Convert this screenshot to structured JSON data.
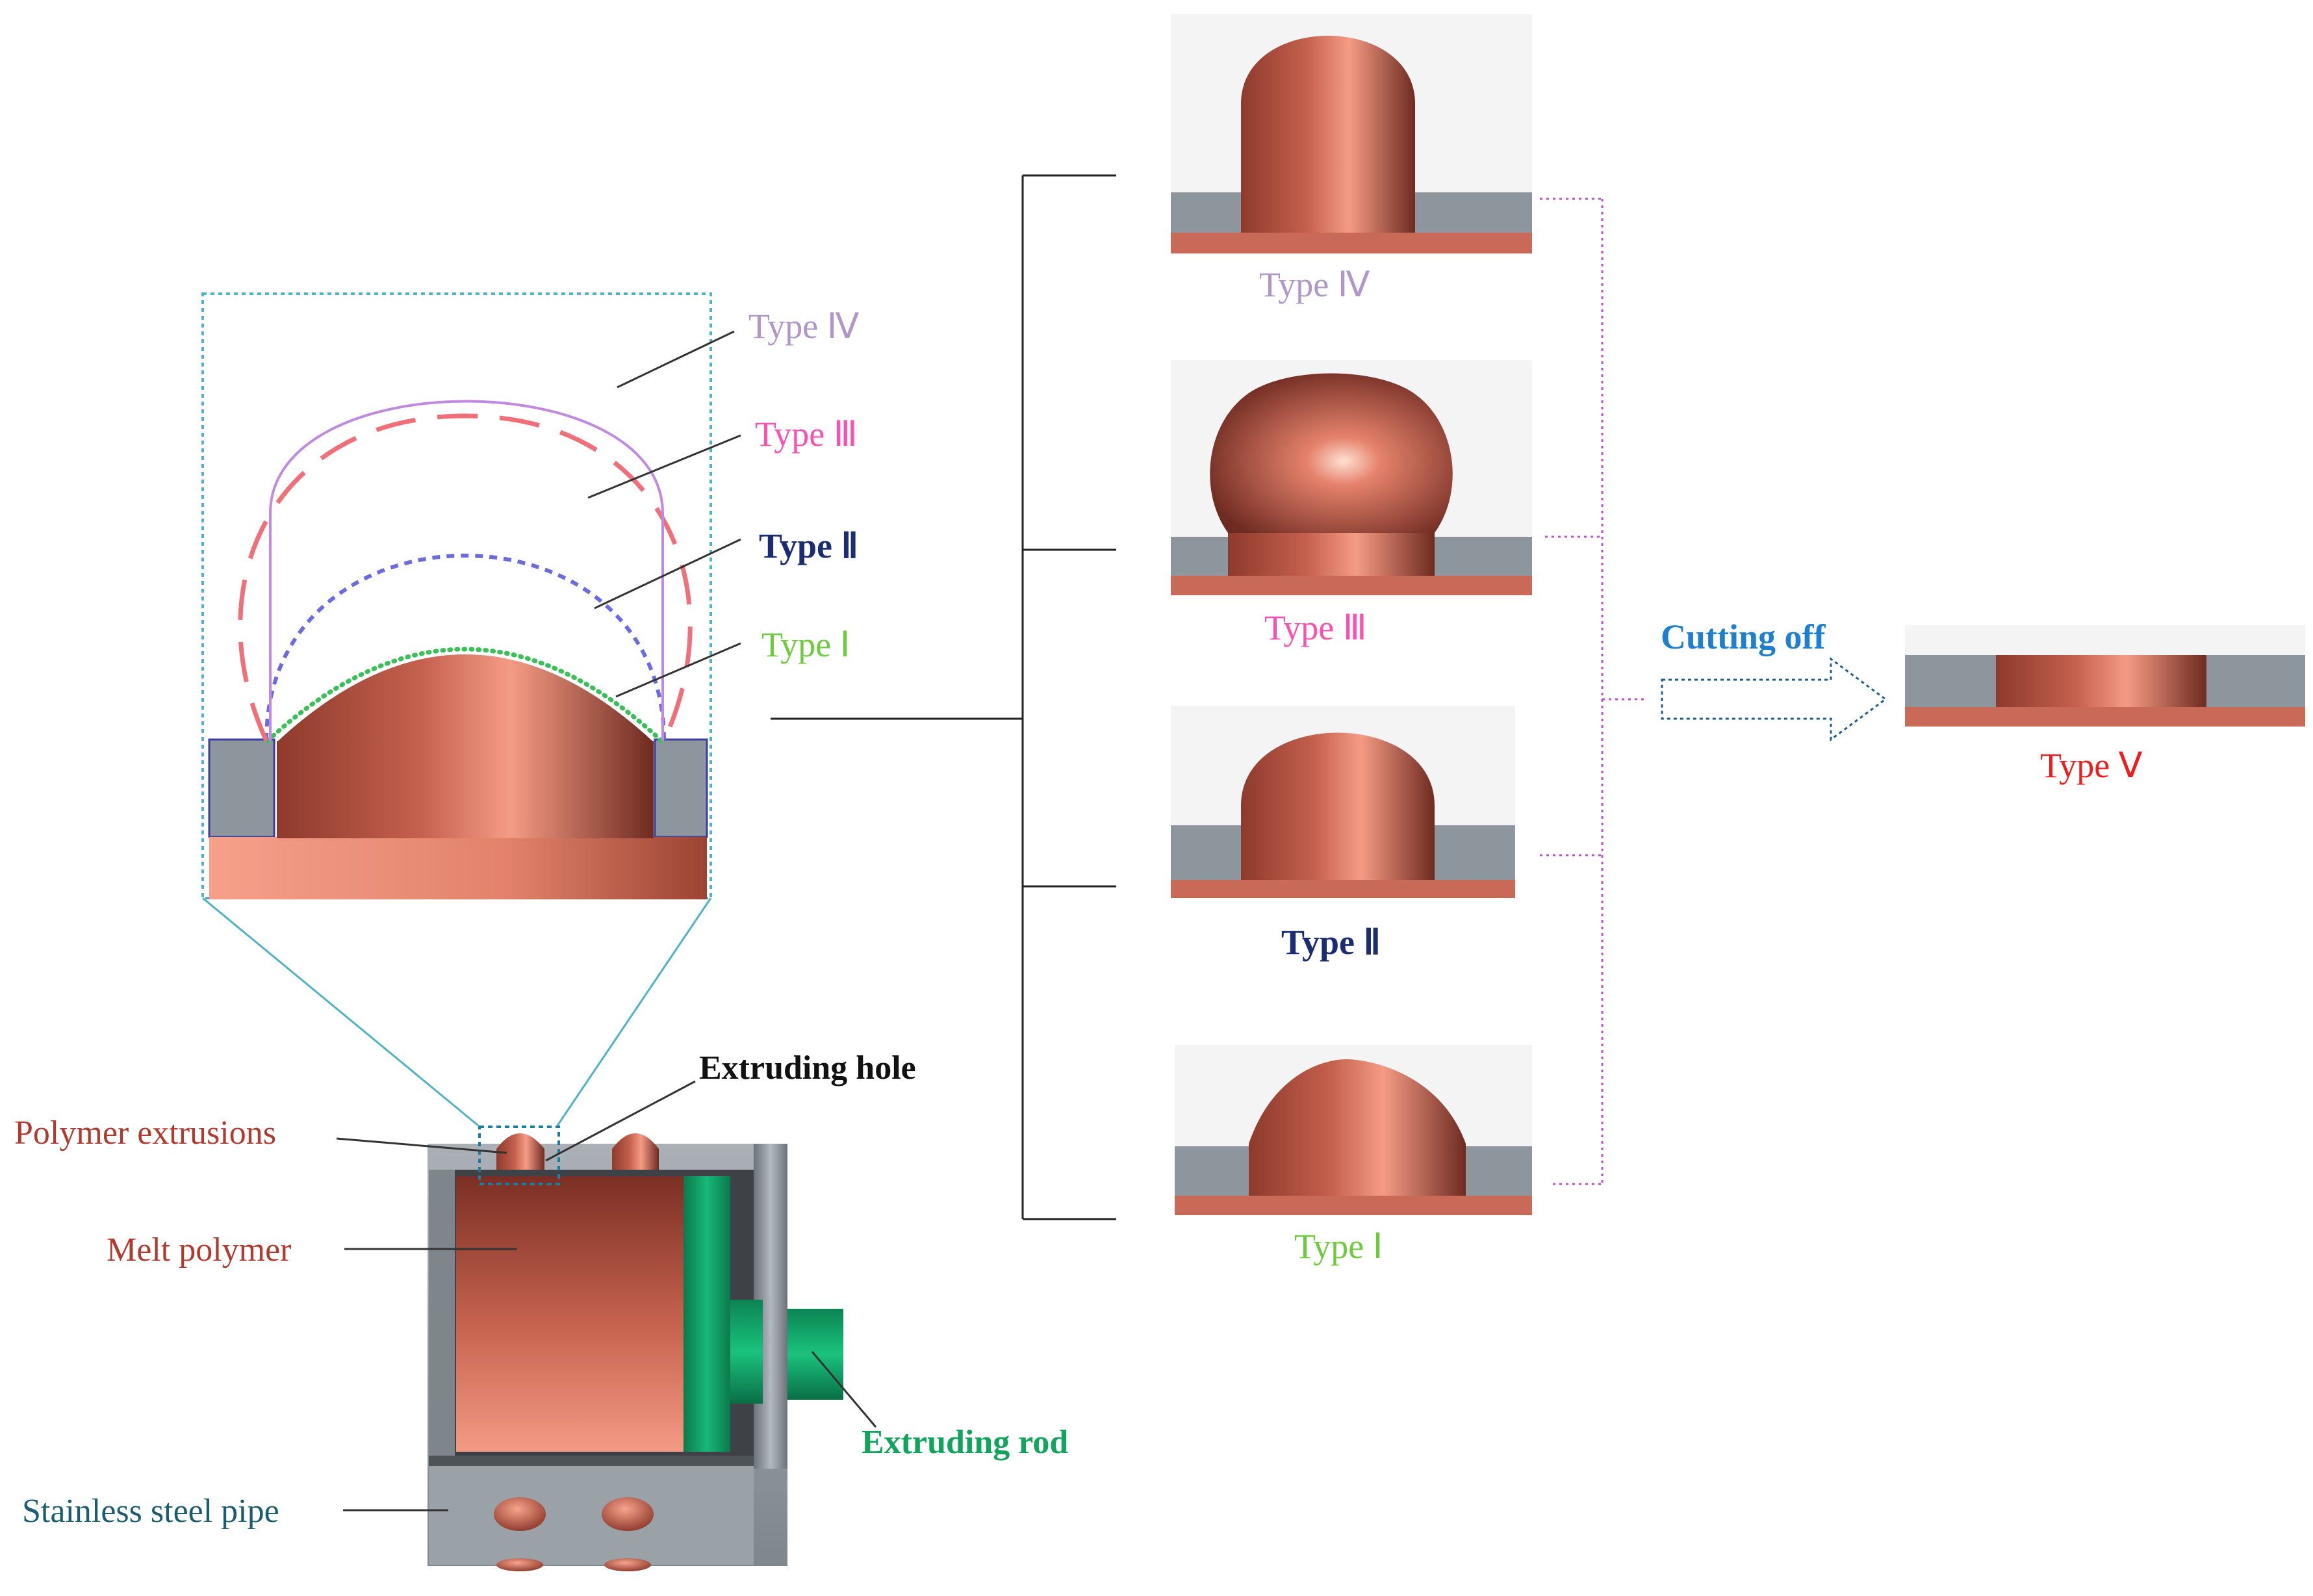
{
  "labels": {
    "polymer_extrusions": "Polymer extrusions",
    "melt_polymer": "Melt polymer",
    "stainless_steel_pipe": "Stainless steel pipe",
    "extruding_hole": "Extruding hole",
    "extruding_rod": "Extruding rod",
    "cutting_off": "Cutting off",
    "inset_type_iv": "Type Ⅳ",
    "inset_type_iii": "Type Ⅲ",
    "inset_type_ii": "Type Ⅱ",
    "inset_type_i": "Type Ⅰ",
    "type_iv": "Type Ⅳ",
    "type_iii": "Type Ⅲ",
    "type_ii": "Type Ⅱ",
    "type_i": "Type Ⅰ",
    "type_v": "Type Ⅴ"
  },
  "colors": {
    "polymer_dark": "#7a2e22",
    "polymer_light": "#f49a84",
    "steel": "#8d969d",
    "steel_dark": "#4e5358",
    "rod_green": "#0f9e66",
    "type_iv": "#b196c9",
    "type_iii": "#ff4fb0",
    "type_ii": "#1a2d72",
    "type_i": "#6ecb3c",
    "type_v": "#ee1c1c",
    "cutting_off": "#1e7fd0",
    "label_red": "#b03a2e",
    "label_green": "#12a45c",
    "label_teal": "#1b5d6e",
    "inset_border": "#4fb3c4"
  }
}
